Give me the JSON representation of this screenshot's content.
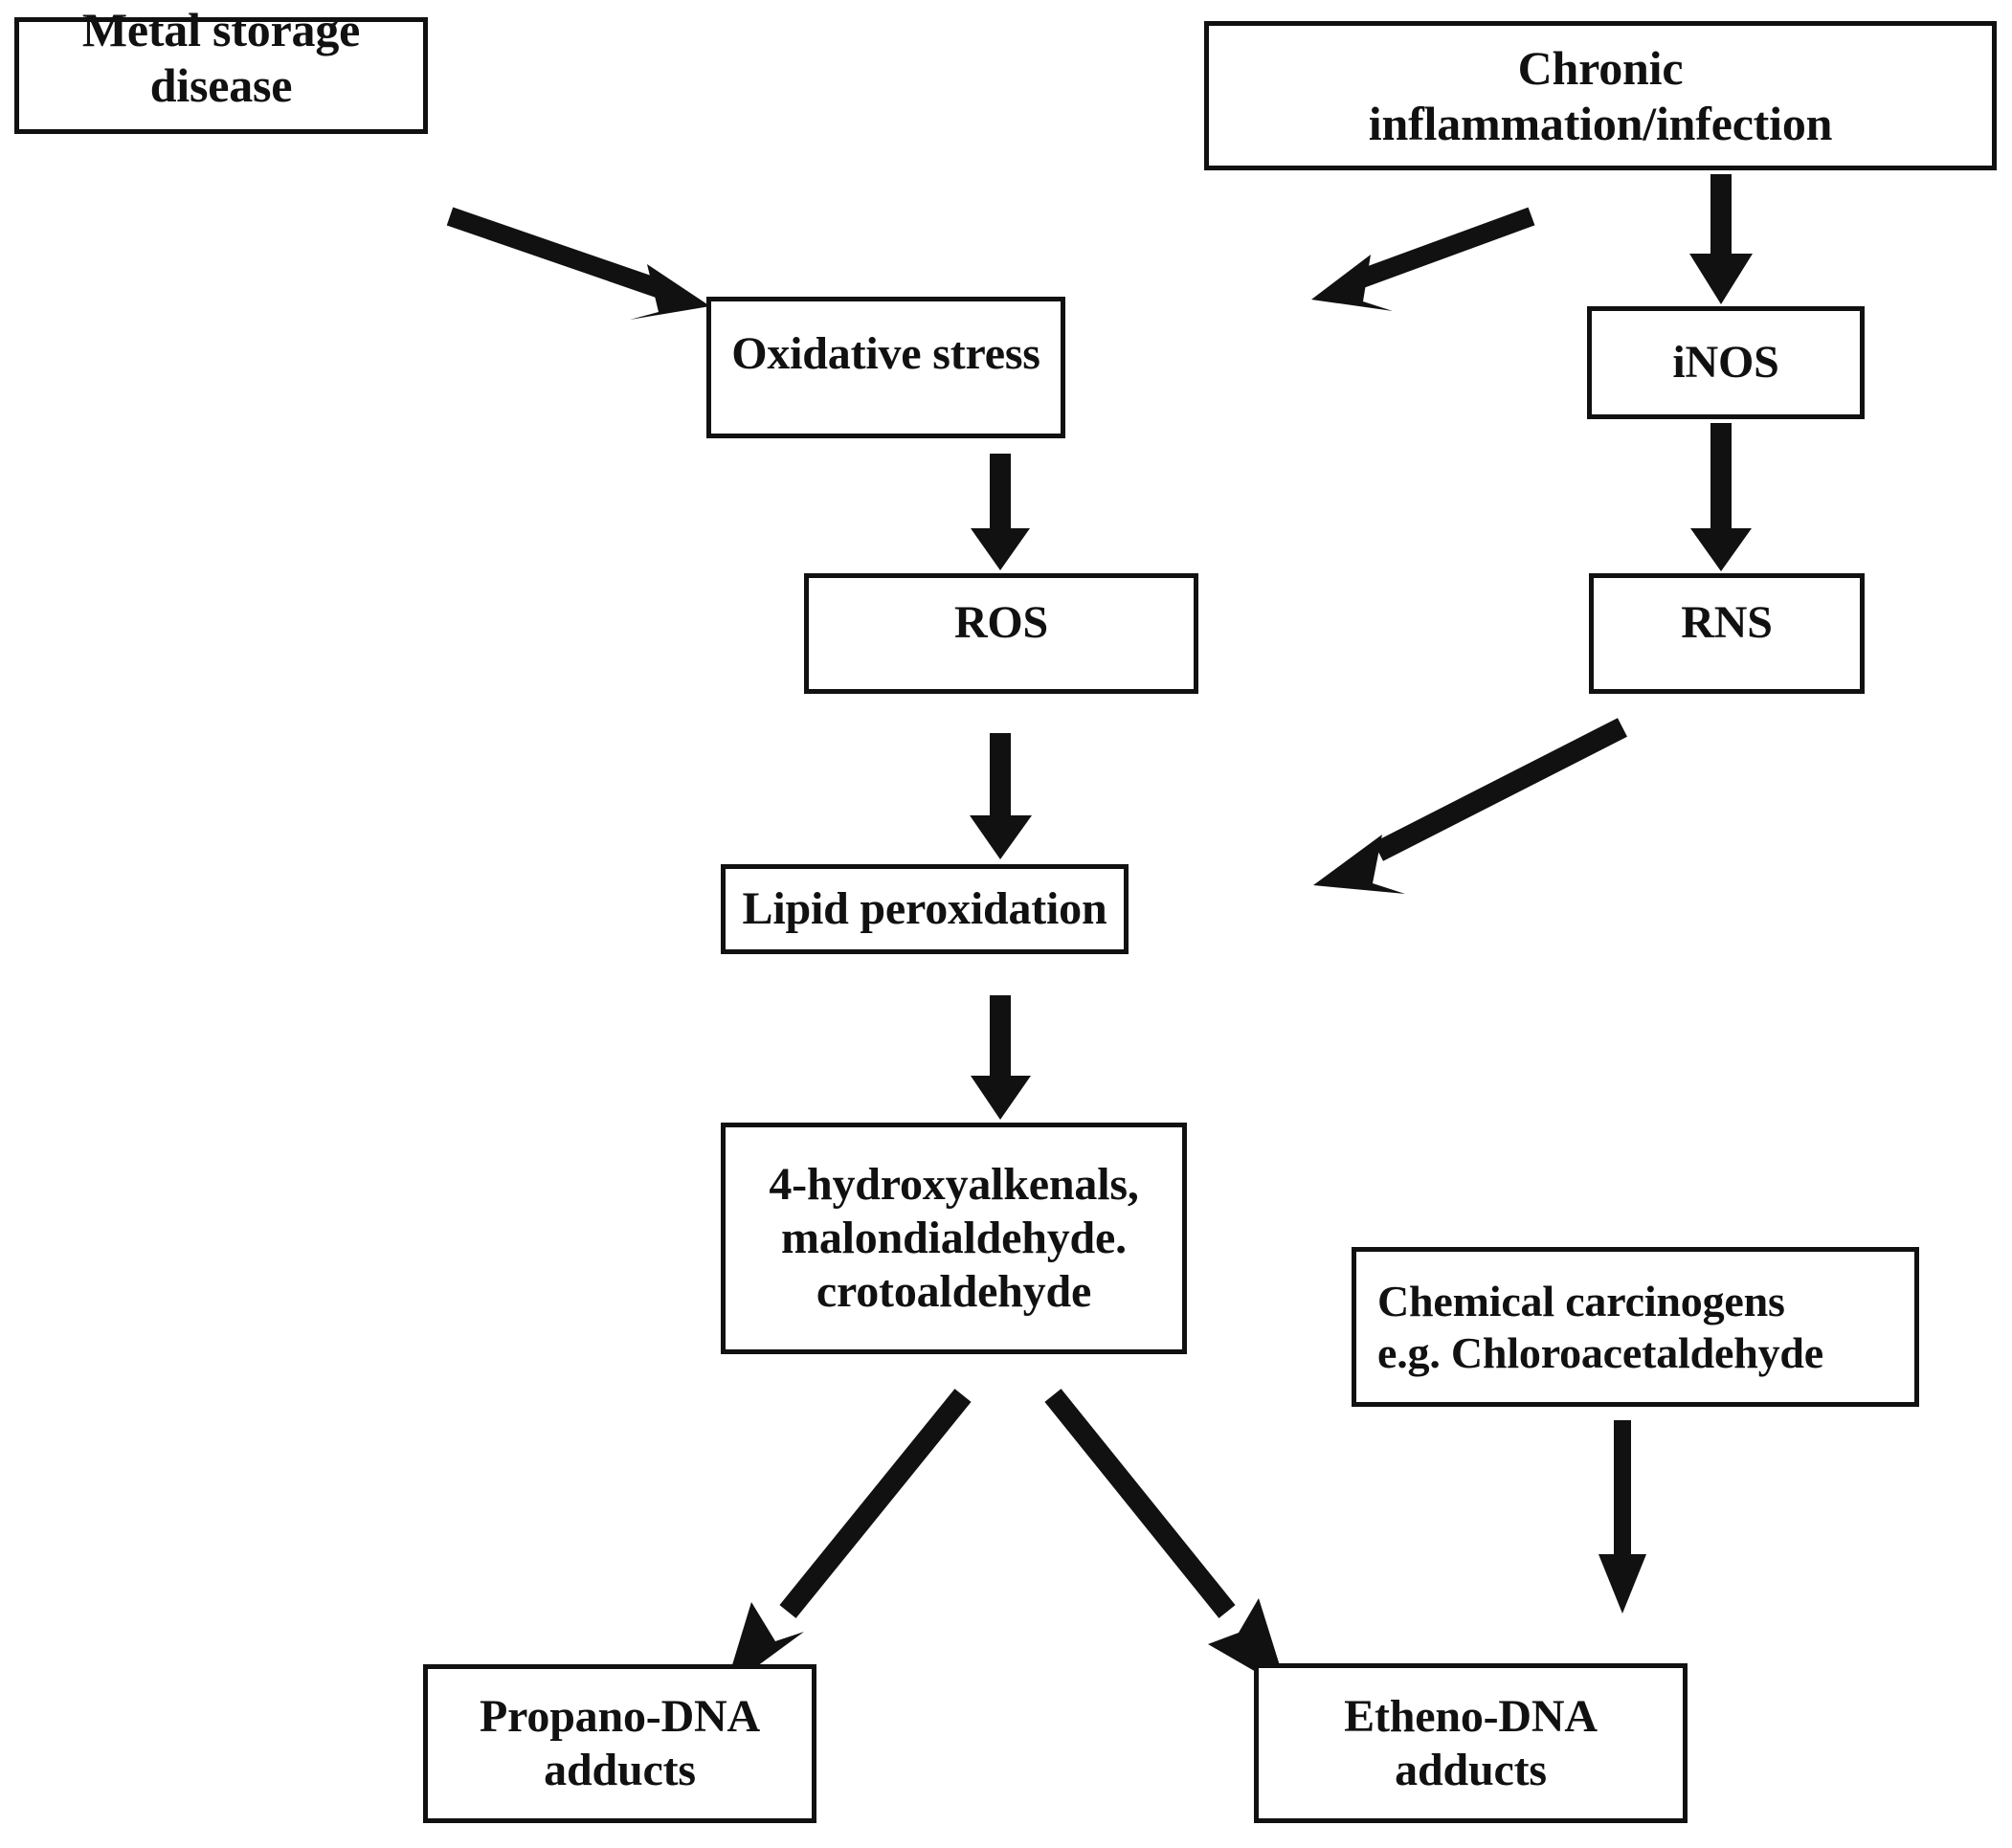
{
  "diagram": {
    "title": "Oxidative stress and chemical carcinogen pathways to DNA adducts",
    "colors": {
      "stroke": "#111111",
      "fill": "#ffffff",
      "text": "#111111"
    },
    "nodes": {
      "metal_storage_disease": "Metal storage disease",
      "chronic_inflammation": "Chronic\ninflammation/infection",
      "oxidative_stress": "Oxidative stress",
      "inos": "iNOS",
      "ros": "ROS",
      "rns": "RNS",
      "lipid_peroxidation": "Lipid peroxidation",
      "aldehydes": "4-hydroxyalkenals,\nmalondialdehyde.\ncrotoaldehyde",
      "chemical_carcinogens": "Chemical carcinogens\ne.g. Chloroacetaldehyde",
      "propano_dna_adducts": "Propano-DNA\nadducts",
      "etheno_dna_adducts": "Etheno-DNA\nadducts"
    },
    "edges": [
      {
        "id": "metal-to-oxidative",
        "from": "metal_storage_disease",
        "to": "oxidative_stress",
        "style": "diagonal-arrow"
      },
      {
        "id": "chronic-to-oxidative",
        "from": "chronic_inflammation",
        "to": "oxidative_stress",
        "style": "diagonal-arrow"
      },
      {
        "id": "chronic-to-inos",
        "from": "chronic_inflammation",
        "to": "inos",
        "style": "vertical-arrow"
      },
      {
        "id": "oxidative-to-ros",
        "from": "oxidative_stress",
        "to": "ros",
        "style": "vertical-arrow"
      },
      {
        "id": "inos-to-rns",
        "from": "inos",
        "to": "rns",
        "style": "vertical-arrow"
      },
      {
        "id": "ros-to-lipid",
        "from": "ros",
        "to": "lipid_peroxidation",
        "style": "vertical-arrow"
      },
      {
        "id": "rns-to-lipid",
        "from": "rns",
        "to": "lipid_peroxidation",
        "style": "diagonal-arrow"
      },
      {
        "id": "lipid-to-aldehydes",
        "from": "lipid_peroxidation",
        "to": "aldehydes",
        "style": "vertical-arrow"
      },
      {
        "id": "aldehydes-to-propano",
        "from": "aldehydes",
        "to": "propano_dna_adducts",
        "style": "diagonal-arrow"
      },
      {
        "id": "aldehydes-to-etheno",
        "from": "aldehydes",
        "to": "etheno_dna_adducts",
        "style": "diagonal-arrow"
      },
      {
        "id": "carcinogens-to-etheno",
        "from": "chemical_carcinogens",
        "to": "etheno_dna_adducts",
        "style": "vertical-arrow"
      }
    ]
  }
}
